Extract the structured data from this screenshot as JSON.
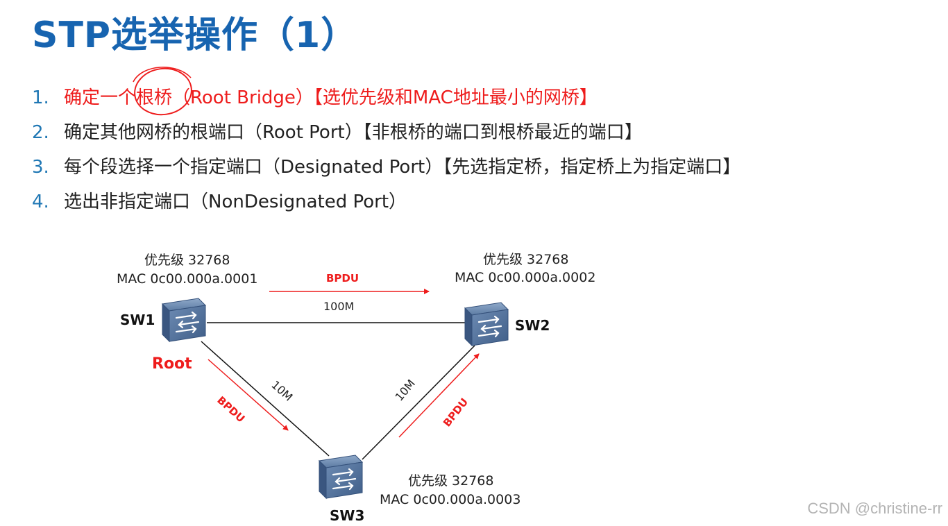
{
  "title": "STP选举操作（1）",
  "steps": [
    {
      "num": "1.",
      "text": "确定一个根桥（Root Bridge）【选优先级和MAC地址最小的网桥】",
      "highlight": true
    },
    {
      "num": "2.",
      "text": "确定其他网桥的根端口（Root Port）【非根桥的端口到根桥最近的端口】",
      "highlight": false
    },
    {
      "num": "3.",
      "text": "每个段选择一个指定端口（Designated Port）【先选指定桥，指定桥上为指定端口】",
      "highlight": false
    },
    {
      "num": "4.",
      "text": "选出非指定端口（NonDesignated Port）",
      "highlight": false
    }
  ],
  "diagram": {
    "switches": [
      {
        "name": "SW1",
        "priority": "优先级 32768",
        "mac": "MAC 0c00.000a.0001",
        "role": "Root"
      },
      {
        "name": "SW2",
        "priority": "优先级 32768",
        "mac": "MAC 0c00.000a.0002"
      },
      {
        "name": "SW3",
        "priority": "优先级 32768",
        "mac": "MAC 0c00.000a.0003"
      }
    ],
    "links": [
      {
        "from": "SW1",
        "to": "SW2",
        "speed": "100M"
      },
      {
        "from": "SW1",
        "to": "SW3",
        "speed": "10M"
      },
      {
        "from": "SW3",
        "to": "SW2",
        "speed": "10M"
      }
    ],
    "bpdu_label": "BPDU",
    "colors": {
      "accent": "#ee1c1c",
      "title": "#1764b0",
      "switch": "#4a6b96"
    }
  },
  "watermark": "CSDN @christine-rr"
}
